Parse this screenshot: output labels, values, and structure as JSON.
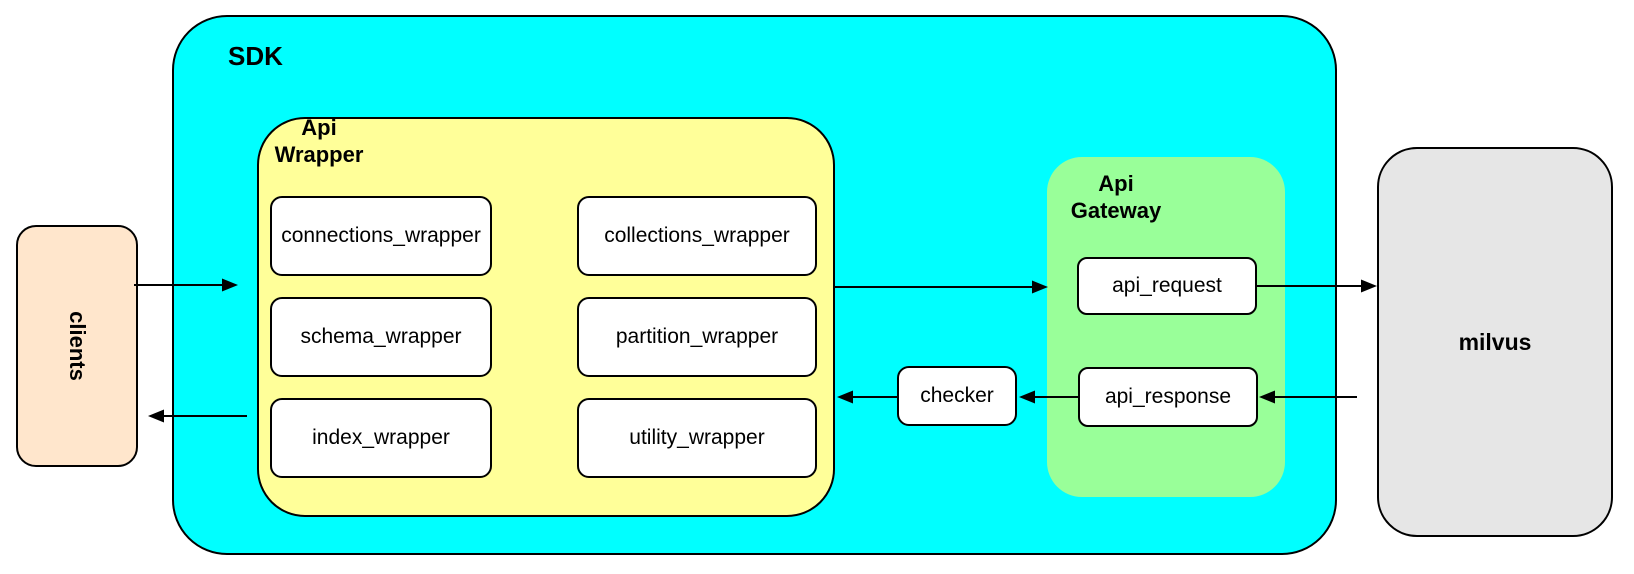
{
  "clients": {
    "label": "clients"
  },
  "sdk": {
    "label": "SDK"
  },
  "api_wrapper": {
    "title_line1": "Api",
    "title_line2": "Wrapper",
    "modules": [
      "connections_wrapper",
      "collections_wrapper",
      "schema_wrapper",
      "partition_wrapper",
      "index_wrapper",
      "utility_wrapper"
    ]
  },
  "checker": {
    "label": "checker"
  },
  "api_gateway": {
    "title_line1": "Api",
    "title_line2": "Gateway",
    "request_label": "api_request",
    "response_label": "api_response"
  },
  "milvus": {
    "label": "milvus"
  },
  "colors": {
    "sdk_fill": "#00FFFF",
    "api_wrapper_fill": "#FFFF99",
    "api_gateway_fill": "#99FF99",
    "clients_fill": "#FFE6CC",
    "milvus_fill": "#E6E6E6",
    "node_fill": "#FFFFFF",
    "stroke": "#000000"
  }
}
